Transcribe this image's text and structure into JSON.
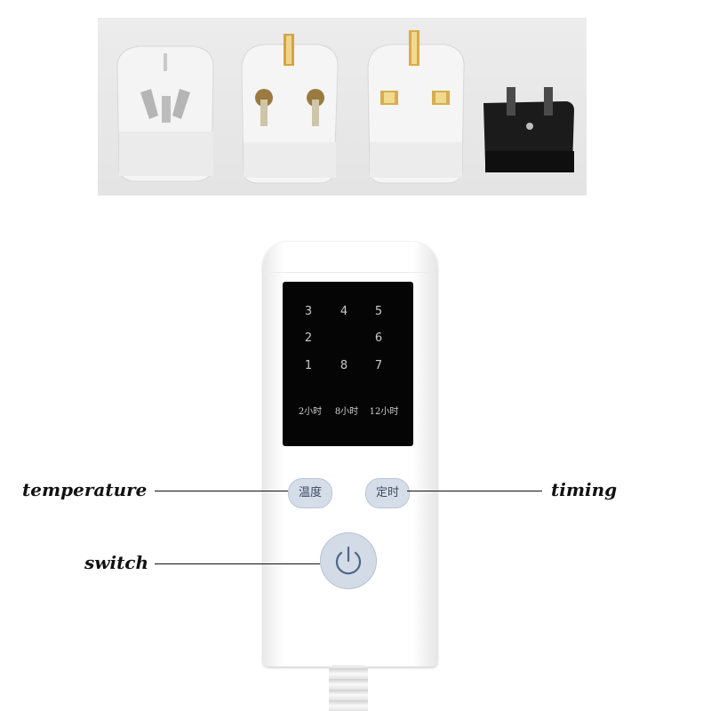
{
  "display": {
    "row1": [
      "3",
      "4",
      "5"
    ],
    "row2": [
      "2",
      "6"
    ],
    "row3": [
      "1",
      "8",
      "7"
    ],
    "timers": [
      "2小时",
      "8小时",
      "12小时"
    ]
  },
  "buttons": {
    "temperature": "温度",
    "timing": "定时"
  },
  "callouts": {
    "temperature": "temperature",
    "timing": "timing",
    "switch": "switch"
  },
  "icons": {
    "power": "power-icon",
    "plugs": [
      "au-cn-plug-icon",
      "indian-plug-icon",
      "uk-plug-icon",
      "eu-plug-icon"
    ]
  }
}
